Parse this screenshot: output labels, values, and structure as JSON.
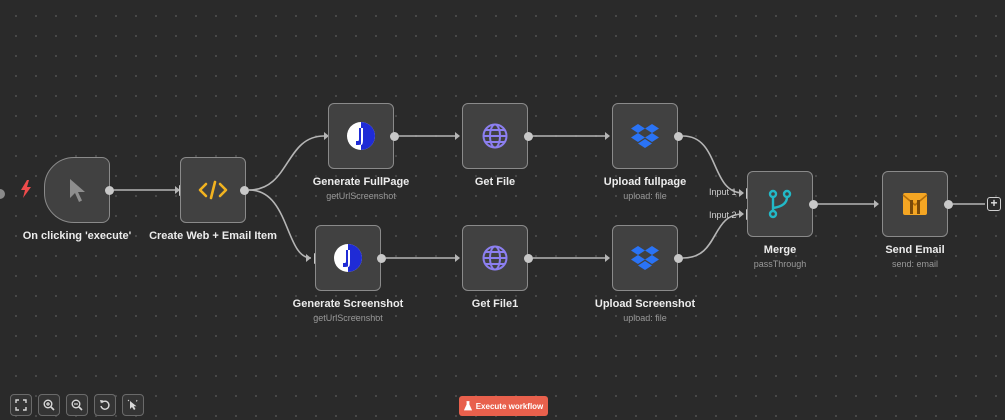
{
  "nodes": {
    "trigger": {
      "label": "On clicking 'execute'",
      "icon": "cursor-icon"
    },
    "create_item": {
      "label": "Create Web + Email Item",
      "icon": "code-icon"
    },
    "generate_fullpage": {
      "label": "Generate FullPage",
      "sub": "getUrlScreenshot",
      "icon": "j-logo-icon"
    },
    "get_file": {
      "label": "Get File",
      "icon": "globe-icon"
    },
    "upload_fullpage": {
      "label": "Upload fullpage",
      "sub": "upload: file",
      "icon": "dropbox-icon"
    },
    "generate_screenshot": {
      "label": "Generate Screenshot",
      "sub": "getUrlScreenshot",
      "icon": "j-logo-icon"
    },
    "get_file1": {
      "label": "Get File1",
      "icon": "globe-icon"
    },
    "upload_screenshot": {
      "label": "Upload Screenshot",
      "sub": "upload: file",
      "icon": "dropbox-icon"
    },
    "merge": {
      "label": "Merge",
      "sub": "passThrough",
      "icon": "merge-icon",
      "input1": "Input 1",
      "input2": "Input 2"
    },
    "send_email": {
      "label": "Send Email",
      "sub": "send: email",
      "icon": "mailchimp-icon"
    }
  },
  "toolbar": {
    "buttons": [
      "fit-view-icon",
      "zoom-in-icon",
      "zoom-out-icon",
      "reset-zoom-icon",
      "tidy-up-icon"
    ]
  },
  "execute_button": {
    "label": "Execute workflow",
    "icon": "flask-icon",
    "color": "#e8604c"
  },
  "colors": {
    "background": "#2a2a2a",
    "node_fill": "#414141",
    "node_border": "#8a8a8a",
    "edge": "#b5b5b5",
    "globe": "#8c7ff0",
    "dropbox": "#2a73f5",
    "merge": "#22b9c7",
    "code": "#f2b320",
    "bolt": "#ef4b4b"
  }
}
